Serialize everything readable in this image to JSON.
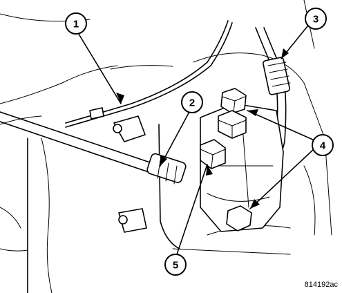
{
  "figure_id": "814192ac",
  "callouts": [
    {
      "label": "1"
    },
    {
      "label": "2"
    },
    {
      "label": "3"
    },
    {
      "label": "4"
    },
    {
      "label": "5"
    }
  ]
}
